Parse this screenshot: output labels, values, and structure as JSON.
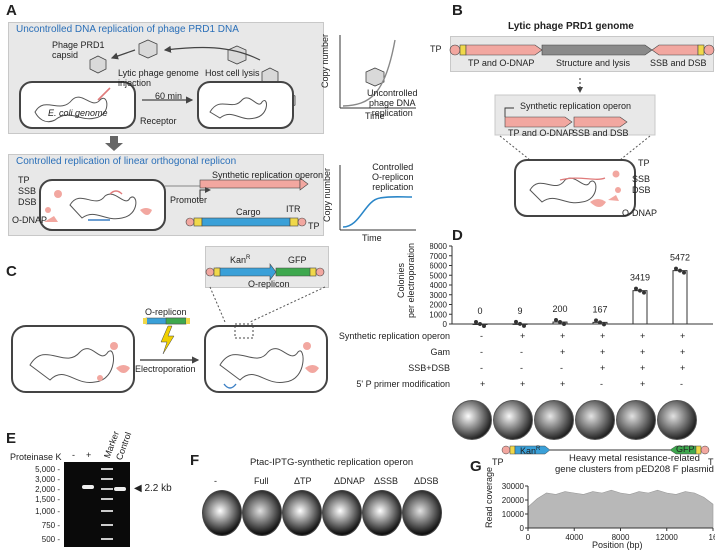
{
  "panelA": {
    "label": "A",
    "top_title": "Uncontrolled DNA replication of phage PRD1 DNA",
    "capsid": "Phage PRD1\ncapsid",
    "injection": "Lytic phage genome\ninjection",
    "lysis": "Host cell lysis",
    "time": "60 min",
    "genome": "E. coli genome",
    "receptor": "Receptor",
    "copy_number": "Copy number",
    "time_axis": "Time",
    "uncontrolled": "Uncontrolled\nphage DNA\nreplication",
    "bottom_title": "Controlled replication of linear orthogonal replicon",
    "tp": "TP",
    "ssb": "SSB",
    "dsb": "DSB",
    "odnap": "O-DNAP",
    "operon": "Synthetic replication operon",
    "promoter": "Promoter",
    "cargo": "Cargo",
    "itr": "ITR",
    "controlled": "Controlled\nO-replicon\nreplication"
  },
  "panelB": {
    "label": "B",
    "title": "Lytic phage PRD1 genome",
    "tp": "TP",
    "seg1": "TP and O-DNAP",
    "seg2": "Structure and lysis",
    "seg3": "SSB and DSB",
    "operon": "Synthetic replication operon",
    "op1": "TP and O-DNAP",
    "op2": "SSB and DSB",
    "cell_tp": "TP",
    "cell_ssb": "SSB",
    "cell_dsb": "DSB",
    "cell_odnap": "O-DNAP"
  },
  "panelC": {
    "label": "C",
    "kanr": "Kan",
    "kanr_sup": "R",
    "gfp": "GFP",
    "oreplicon": "O-replicon",
    "oreplicon_arrow": "O-replicon",
    "electroporation": "Electroporation"
  },
  "panelD": {
    "label": "D",
    "ylabel": "Colonies\nper electroporation",
    "rows": [
      {
        "name": "Synthetic replication operon",
        "values": [
          "-",
          "+",
          "+",
          "+",
          "+",
          "+"
        ]
      },
      {
        "name": "Gam",
        "values": [
          "-",
          "-",
          "+",
          "+",
          "+",
          "+"
        ]
      },
      {
        "name": "SSB+DSB",
        "values": [
          "-",
          "-",
          "-",
          "+",
          "+",
          "+"
        ]
      },
      {
        "name": "5' P primer modification",
        "values": [
          "+",
          "+",
          "+",
          "-",
          "+",
          "-"
        ]
      }
    ]
  },
  "panelE": {
    "label": "E",
    "proteinase": "Proteinase K",
    "lane_minus": "-",
    "lane_plus": "+",
    "marker": "Marker",
    "control": "Control",
    "ladder": [
      "5,000",
      "3,000",
      "2,000",
      "1,500",
      "1,000",
      "750",
      "500"
    ],
    "band": "2.2 kb"
  },
  "panelF": {
    "label": "F",
    "title": "Ptac-IPTG-synthetic replication operon",
    "plates": [
      "-",
      "Full",
      "ΔTP",
      "ΔDNAP",
      "ΔSSB",
      "ΔDSB"
    ]
  },
  "panelG": {
    "label": "G",
    "tp_left": "TP",
    "tp_right": "T",
    "kanr": "Kan",
    "kanr_sup": "R",
    "gfp": "GFP",
    "desc": "Heavy metal resistance-related\ngene clusters from pED208 F plasmid",
    "ylabel": "Read coverage",
    "xlabel": "Position (bp)",
    "yticks": [
      "0",
      "10000",
      "20000",
      "30000"
    ],
    "xticks": [
      "0",
      "4000",
      "8000",
      "12000",
      "16"
    ]
  },
  "chart_data": [
    {
      "type": "bar",
      "categories": [
        "1",
        "2",
        "3",
        "4",
        "5",
        "6"
      ],
      "values": [
        0,
        9,
        200,
        167,
        3419,
        5472
      ],
      "data_labels": [
        "0",
        "9",
        "200",
        "167",
        "3419",
        "5472"
      ],
      "ylabel": "Colonies per electroporation",
      "yticks": [
        "0",
        "1000",
        "2000",
        "3000",
        "4000",
        "5000",
        "6000",
        "7000",
        "8000"
      ],
      "ylim": [
        0,
        8000
      ]
    },
    {
      "type": "area",
      "ylabel": "Read coverage",
      "xlabel": "Position (bp)",
      "ylim": [
        0,
        30000
      ],
      "xlim": [
        0,
        16000
      ],
      "x": [
        0,
        800,
        1600,
        2400,
        3200,
        4000,
        4800,
        5600,
        6400,
        7200,
        8000,
        8800,
        9600,
        10400,
        11200,
        12000,
        12800,
        13600,
        14400,
        15200,
        16000
      ],
      "values": [
        15000,
        21000,
        25000,
        24000,
        26000,
        25000,
        24000,
        26000,
        25000,
        27000,
        25000,
        24000,
        26000,
        25000,
        27000,
        25000,
        24000,
        26000,
        25000,
        22000,
        17000
      ]
    }
  ]
}
